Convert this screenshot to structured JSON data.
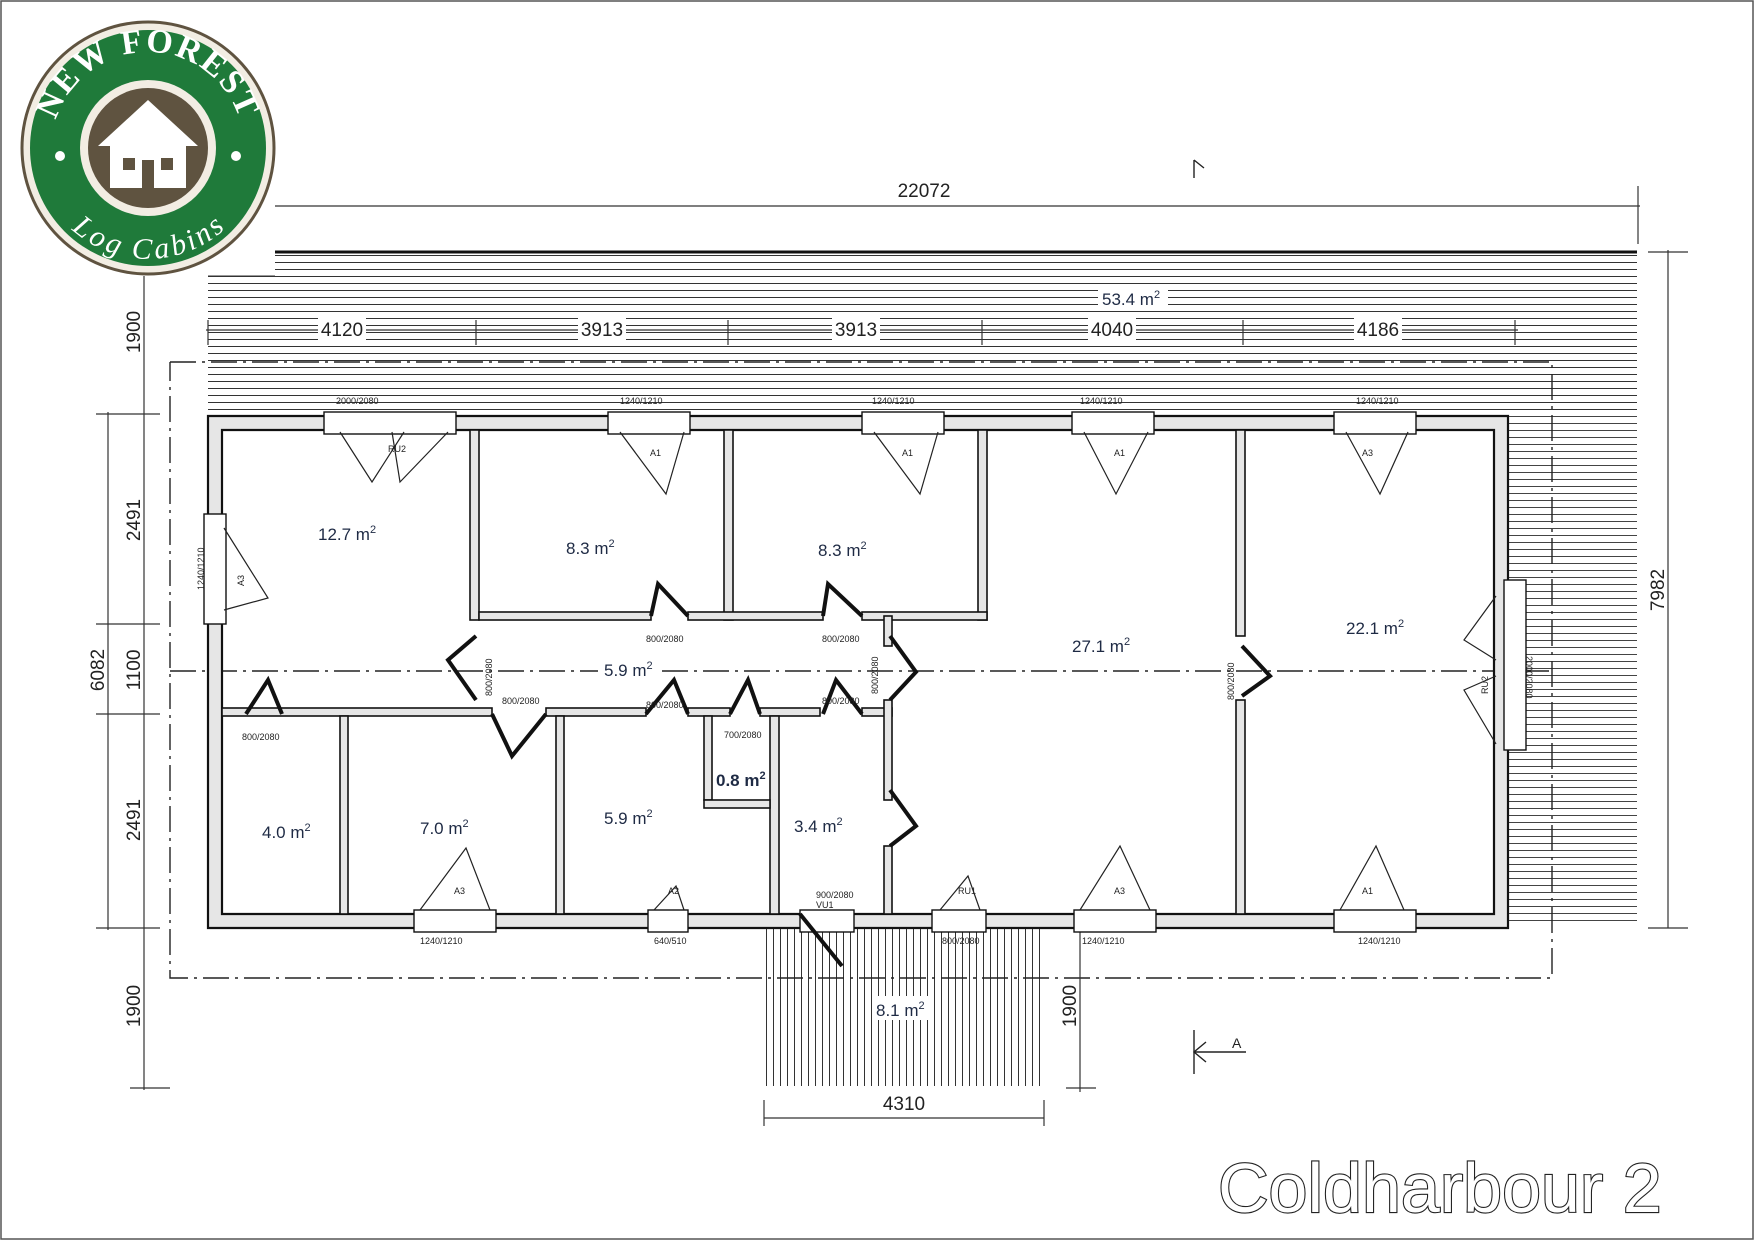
{
  "logo": {
    "top_text": "NEW FOREST",
    "bottom_text": "Log Cabins",
    "colors": {
      "green": "#1f7a3a",
      "brown": "#5f5340",
      "cream": "#f2ede3"
    }
  },
  "title": "Coldharbour 2",
  "dimensions": {
    "overall_width": "22072",
    "overall_depth": "7982",
    "inner_depth": "6082",
    "veranda_depth_top": "1900",
    "veranda_depth_bottom": "1900",
    "row_top": "2491",
    "corridor": "1100",
    "row_bottom": "2491",
    "front_porch_width": "4310",
    "right_porch_depth": "1900",
    "bays": [
      "4120",
      "3913",
      "3913",
      "4040",
      "4186"
    ]
  },
  "areas": {
    "veranda": "53.4 m",
    "room_top_1": "12.7 m",
    "room_top_2": "8.3 m",
    "room_top_3": "8.3 m",
    "corridor": "5.9 m",
    "living": "27.1 m",
    "room_right": "22.1 m",
    "room_bottom_1": "4.0 m",
    "room_bottom_2": "7.0 m",
    "room_bottom_3": "5.9 m",
    "store": "0.8 m",
    "room_bottom_4": "3.4 m",
    "porch": "8.1 m",
    "superscript": "2"
  },
  "openings": {
    "top": [
      "2000/2080",
      "1240/1210",
      "1240/1210",
      "1240/1210",
      "1240/1210"
    ],
    "top_codes": [
      "RU2",
      "A1",
      "A1",
      "A1",
      "A3"
    ],
    "left": "1240/1210",
    "left_code": "A3",
    "internal": [
      "800/2080",
      "800/2080",
      "800/2080",
      "800/2080",
      "800/2080",
      "800/2080",
      "800/2080",
      "700/2080",
      "800/2080",
      "800/2080"
    ],
    "bottom": [
      "1240/1210",
      "640/510",
      "900/2080",
      "800/2080",
      "1240/1210",
      "1240/1210"
    ],
    "bottom_codes": [
      "A3",
      "A2",
      "VU1",
      "RU1",
      "A3",
      "A1"
    ],
    "right": "2000/2080",
    "right_code": "RU2"
  },
  "section_marker": "A"
}
